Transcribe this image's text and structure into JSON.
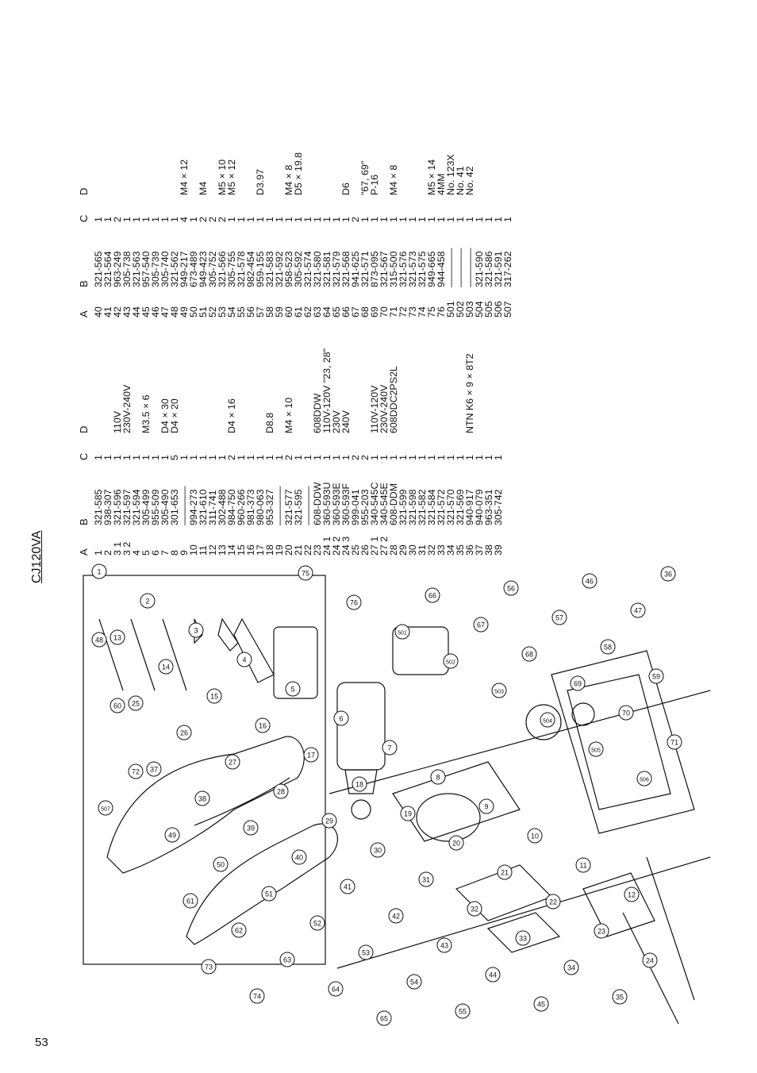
{
  "page": {
    "number": "53",
    "model": "CJ120VA"
  },
  "headers": {
    "a": "A",
    "b": "B",
    "c": "C",
    "d": "D"
  },
  "table_left": [
    [
      "1",
      "321-585",
      "1",
      ""
    ],
    [
      "2",
      "938-307",
      "1",
      ""
    ],
    [
      "3 1",
      "321-596",
      "1",
      "110V"
    ],
    [
      "3 2",
      "321-597",
      "1",
      "230V-240V"
    ],
    [
      "4",
      "321-594",
      "1",
      ""
    ],
    [
      "5",
      "305-499",
      "1",
      "M3.5 × 6"
    ],
    [
      "6",
      "955-509",
      "1",
      ""
    ],
    [
      "7",
      "305-490",
      "1",
      "D4 × 30"
    ],
    [
      "8",
      "301-653",
      "5",
      "D4 × 20"
    ],
    [
      "9",
      "————",
      "1",
      ""
    ],
    [
      "10",
      "994-273",
      "1",
      ""
    ],
    [
      "11",
      "321-610",
      "1",
      ""
    ],
    [
      "12",
      "311-741",
      "1",
      ""
    ],
    [
      "13",
      "302-488",
      "1",
      ""
    ],
    [
      "14",
      "984-750",
      "2",
      "D4 × 16"
    ],
    [
      "15",
      "960-266",
      "1",
      ""
    ],
    [
      "16",
      "981-373",
      "1",
      ""
    ],
    [
      "17",
      "980-063",
      "1",
      ""
    ],
    [
      "18",
      "953-327",
      "1",
      "D8.8"
    ],
    [
      "19",
      "————",
      "1",
      ""
    ],
    [
      "20",
      "321-577",
      "2",
      "M4 × 10"
    ],
    [
      "21",
      "321-595",
      "1",
      ""
    ],
    [
      "22",
      "————",
      "1",
      ""
    ],
    [
      "23",
      "608-DDW",
      "1",
      "608DDW"
    ],
    [
      "24 1",
      "360-593U",
      "1",
      "110V-120V \"23, 28\""
    ],
    [
      "24 2",
      "360-593E",
      "1",
      "230V"
    ],
    [
      "24 3",
      "360-593F",
      "1",
      "240V"
    ],
    [
      "25",
      "999-041",
      "2",
      ""
    ],
    [
      "26",
      "955-203",
      "2",
      ""
    ],
    [
      "27 1",
      "340-545C",
      "1",
      "110V-120V"
    ],
    [
      "27 2",
      "340-545E",
      "1",
      "230V-240V"
    ],
    [
      "28",
      "608-DDM",
      "1",
      "608DDC2PS2L"
    ],
    [
      "29",
      "321-599",
      "1",
      ""
    ],
    [
      "30",
      "321-598",
      "1",
      ""
    ],
    [
      "31",
      "321-582",
      "1",
      ""
    ],
    [
      "32",
      "321-584",
      "1",
      ""
    ],
    [
      "33",
      "321-572",
      "1",
      ""
    ],
    [
      "34",
      "321-570",
      "1",
      ""
    ],
    [
      "35",
      "321-569",
      "1",
      ""
    ],
    [
      "36",
      "940-917",
      "1",
      "NTN K6 × 9 × 8T2"
    ],
    [
      "37",
      "940-079",
      "1",
      ""
    ],
    [
      "38",
      "963-351",
      "1",
      ""
    ],
    [
      "39",
      "305-742",
      "1",
      ""
    ]
  ],
  "table_right": [
    [
      "40",
      "321-565",
      "1",
      ""
    ],
    [
      "41",
      "321-564",
      "1",
      ""
    ],
    [
      "42",
      "963-249",
      "2",
      ""
    ],
    [
      "43",
      "305-738",
      "1",
      ""
    ],
    [
      "44",
      "321-563",
      "1",
      ""
    ],
    [
      "45",
      "957-540",
      "1",
      ""
    ],
    [
      "46",
      "305-739",
      "1",
      ""
    ],
    [
      "47",
      "305-740",
      "1",
      ""
    ],
    [
      "48",
      "321-562",
      "1",
      ""
    ],
    [
      "49",
      "949-217",
      "4",
      "M4 × 12"
    ],
    [
      "50",
      "673-489",
      "1",
      ""
    ],
    [
      "51",
      "949-423",
      "2",
      "M4"
    ],
    [
      "52",
      "305-752",
      "2",
      ""
    ],
    [
      "53",
      "321-566",
      "2",
      "M5 × 10"
    ],
    [
      "54",
      "305-755",
      "1",
      "M5 × 12"
    ],
    [
      "55",
      "321-578",
      "1",
      ""
    ],
    [
      "56",
      "982-454",
      "1",
      ""
    ],
    [
      "57",
      "959-155",
      "1",
      "D3.97"
    ],
    [
      "58",
      "321-583",
      "1",
      ""
    ],
    [
      "59",
      "321-592",
      "1",
      ""
    ],
    [
      "60",
      "958-523",
      "1",
      "M4 × 8"
    ],
    [
      "61",
      "305-592",
      "1",
      "D5 × 19.8"
    ],
    [
      "62",
      "321-574",
      "1",
      ""
    ],
    [
      "63",
      "321-580",
      "1",
      ""
    ],
    [
      "64",
      "321-581",
      "1",
      ""
    ],
    [
      "65",
      "321-579",
      "1",
      ""
    ],
    [
      "66",
      "321-568",
      "1",
      "D6"
    ],
    [
      "67",
      "941-625",
      "2",
      ""
    ],
    [
      "68",
      "321-571",
      "1",
      "\"67, 69\""
    ],
    [
      "69",
      "873-095",
      "1",
      "P-16"
    ],
    [
      "70",
      "321-567",
      "1",
      ""
    ],
    [
      "71",
      "315-500",
      "1",
      "M4 × 8"
    ],
    [
      "72",
      "321-576",
      "1",
      ""
    ],
    [
      "73",
      "321-573",
      "1",
      ""
    ],
    [
      "74",
      "321-575",
      "1",
      ""
    ],
    [
      "75",
      "949-665",
      "1",
      "M5 × 14"
    ],
    [
      "76",
      "944-458",
      "1",
      "4MM"
    ],
    [
      "501",
      "————",
      "1",
      "No. 123X"
    ],
    [
      "502",
      "————",
      "1",
      "No. 41"
    ],
    [
      "503",
      "————",
      "1",
      "No. 42"
    ],
    [
      "504",
      "321-590",
      "1",
      ""
    ],
    [
      "505",
      "321-586",
      "1",
      ""
    ],
    [
      "506",
      "321-591",
      "1",
      ""
    ],
    [
      "507",
      "317-262",
      "1",
      ""
    ]
  ],
  "callouts": [
    "1",
    "2",
    "3",
    "4",
    "5",
    "6",
    "7",
    "8",
    "9",
    "10",
    "11",
    "12",
    "13",
    "14",
    "15",
    "16",
    "17",
    "18",
    "19",
    "20",
    "21",
    "22",
    "23",
    "24",
    "25",
    "26",
    "27",
    "28",
    "29",
    "30",
    "31",
    "32",
    "33",
    "34",
    "35",
    "36",
    "37",
    "38",
    "39",
    "40",
    "41",
    "42",
    "43",
    "44",
    "45",
    "46",
    "47",
    "48",
    "49",
    "50",
    "51",
    "52",
    "53",
    "54",
    "55",
    "56",
    "57",
    "58",
    "59",
    "60",
    "61",
    "62",
    "63",
    "64",
    "65",
    "66",
    "67",
    "68",
    "69",
    "70",
    "71",
    "72",
    "73",
    "74",
    "75",
    "76",
    "501",
    "502",
    "503",
    "504",
    "505",
    "506",
    "507"
  ],
  "colors": {
    "ink": "#111111",
    "bg": "#ffffff"
  }
}
